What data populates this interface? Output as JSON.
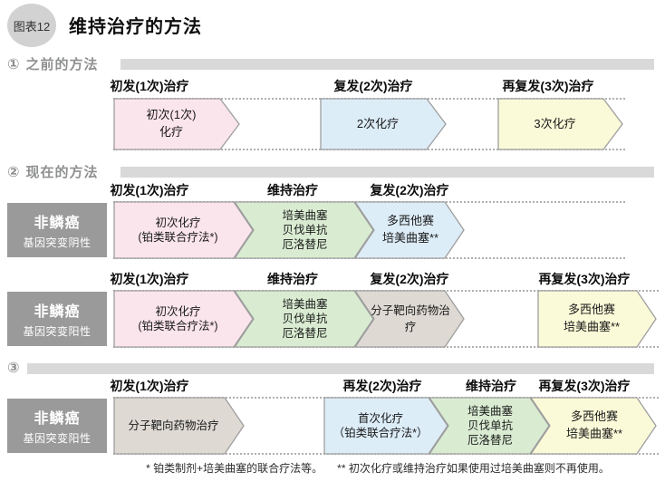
{
  "header": {
    "badge_label": "图表12",
    "title": "维持治疗的方法"
  },
  "palette": {
    "pink": "#fbe5ec",
    "blue": "#ddedf8",
    "yellow": "#fbfad8",
    "green": "#d9ecd2",
    "taupe": "#ded9d3",
    "boxgray": "#9a9a9a",
    "bargray": "#d9d9d9",
    "border": "#9e9e9e",
    "dotted": "#b0b0b0",
    "sectiontext": "#8f9090",
    "badgebg": "#d2d2d2"
  },
  "section1": {
    "num": "①",
    "heading": "之前的方法",
    "stages": [
      "初发(1次)治疗",
      "复发(2次)治疗",
      "再复发(3次)治疗"
    ],
    "arrows": [
      {
        "lines": [
          "初次(1次)",
          "化疗"
        ]
      },
      {
        "lines": [
          "2次化疗"
        ]
      },
      {
        "lines": [
          "3次化疗"
        ]
      }
    ]
  },
  "section2": {
    "num": "②",
    "heading": "现在的方法",
    "rowA": {
      "box": {
        "line1": "非鳞癌",
        "line2": "基因突变阴性"
      },
      "stages": [
        "初发(1次)治疗",
        "维持治疗",
        "复发(2次)治疗"
      ],
      "arrows": [
        {
          "lines": [
            "初次化疗",
            "(铂类联合疗法*)"
          ]
        },
        {
          "lines": [
            "培美曲塞",
            "贝伐单抗",
            "厄洛替尼"
          ]
        },
        {
          "lines": [
            "多西他赛",
            "培美曲塞**"
          ]
        }
      ]
    },
    "rowB": {
      "box": {
        "line1": "非鳞癌",
        "line2": "基因突变阳性"
      },
      "stages": [
        "初发(1次)治疗",
        "维持治疗",
        "复发(2次)治疗",
        "再复发(3次)治疗"
      ],
      "arrows": [
        {
          "lines": [
            "初次化疗",
            "(铂类联合疗法*)"
          ]
        },
        {
          "lines": [
            "培美曲塞",
            "贝伐单抗",
            "厄洛替尼"
          ]
        },
        {
          "lines": [
            "分子靶向药物治疗"
          ]
        },
        {
          "lines": [
            "多西他赛",
            "培美曲塞**"
          ]
        }
      ]
    }
  },
  "section3": {
    "num": "③",
    "row": {
      "box": {
        "line1": "非鳞癌",
        "line2": "基因突变阳性"
      },
      "stages": [
        "初发(1次)治疗",
        "再发(2次)治疗",
        "维持治疗",
        "再复发(3次)治疗"
      ],
      "arrows": [
        {
          "lines": [
            "分子靶向药物治疗"
          ]
        },
        {
          "lines": [
            "首次化疗",
            "（铂类联合疗法*）"
          ]
        },
        {
          "lines": [
            "培美曲塞",
            "贝伐单抗",
            "厄洛替尼"
          ]
        },
        {
          "lines": [
            "多西他赛",
            "培美曲塞**"
          ]
        }
      ]
    }
  },
  "footnotes": {
    "note1": "* 铂类制剂+培美曲塞的联合疗法等。",
    "note2": "** 初次化疗或维持治疗如果使用过培美曲塞则不再使用。"
  }
}
